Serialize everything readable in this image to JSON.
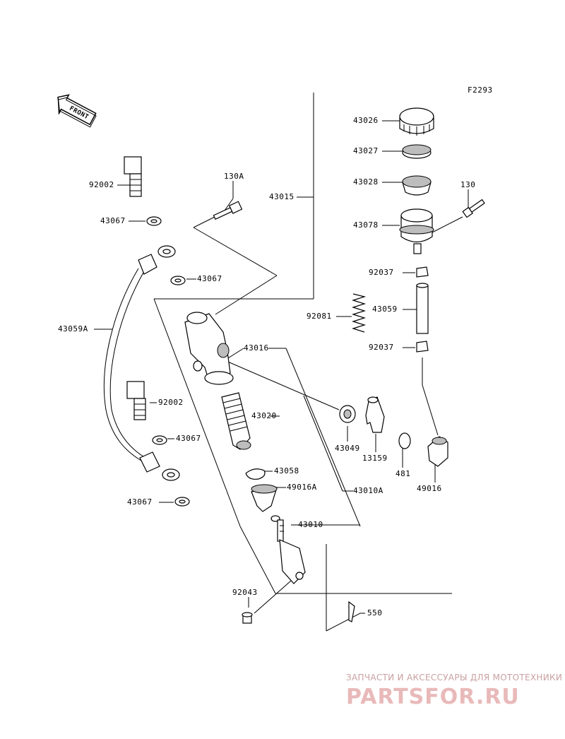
{
  "figure_code": "F2293",
  "front_label": "FRONT",
  "labels": {
    "l43026": "43026",
    "l43027": "43027",
    "l43028": "43028",
    "l130": "130",
    "l43078": "43078",
    "l92037a": "92037",
    "l43059": "43059",
    "l92081": "92081",
    "l92037b": "92037",
    "l43015": "43015",
    "l130a": "130A",
    "l92002a": "92002",
    "l43067a": "43067",
    "l43067b": "43067",
    "l43059a": "43059A",
    "l43016": "43016",
    "l92002b": "92002",
    "l43020": "43020",
    "l43067c": "43067",
    "l43049": "43049",
    "l13159": "13159",
    "l481": "481",
    "l49016": "49016",
    "l43058": "43058",
    "l49016a": "49016A",
    "l43010a": "43010A",
    "l43067d": "43067",
    "l43010": "43010",
    "l92043": "92043",
    "l550": "550"
  },
  "watermark": {
    "line1": "ЗАПЧАСТИ И АКСЕССУАРЫ ДЛЯ МОТОТЕХНИКИ",
    "line2": "PARTSFOR.RU"
  }
}
